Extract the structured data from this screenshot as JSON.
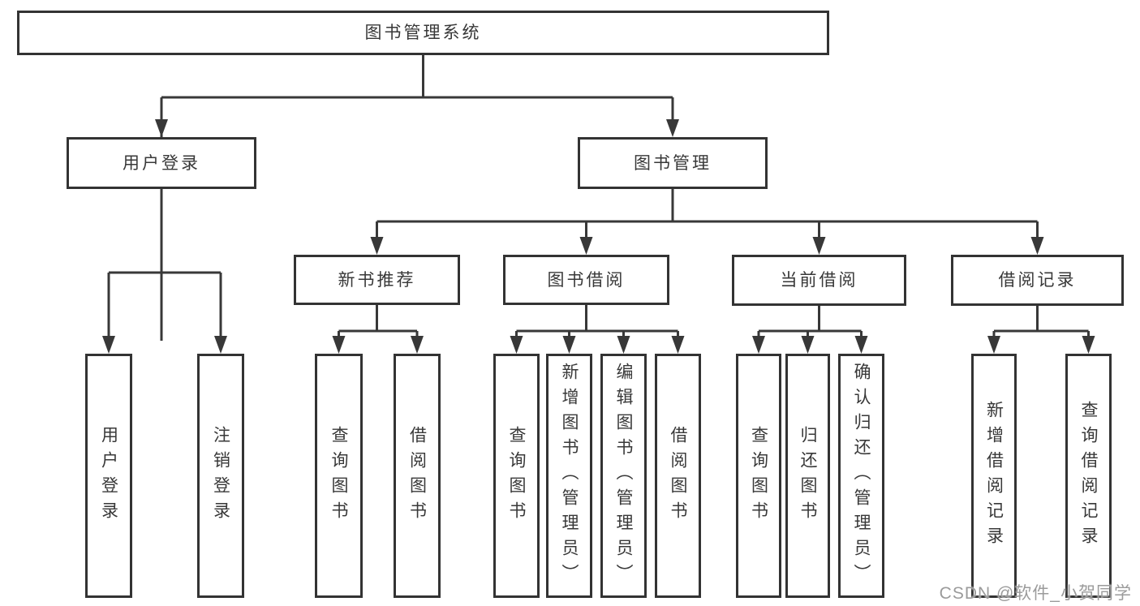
{
  "diagram": {
    "title": "图书管理系统",
    "colors": {
      "line": "#383838",
      "border": "#333333",
      "text": "#383838",
      "watermark": "#9b9b9b",
      "background": "#ffffff"
    },
    "tree": {
      "label": "图书管理系统",
      "children": [
        {
          "label": "用户登录",
          "children": [
            {
              "label": "用户登录"
            },
            {
              "label": "注销登录"
            }
          ]
        },
        {
          "label": "图书管理",
          "children": [
            {
              "label": "新书推荐",
              "children": [
                {
                  "label": "查询图书"
                },
                {
                  "label": "借阅图书"
                }
              ]
            },
            {
              "label": "图书借阅",
              "children": [
                {
                  "label": "查询图书"
                },
                {
                  "label": "新增图书（管理员）"
                },
                {
                  "label": "编辑图书（管理员）"
                },
                {
                  "label": "借阅图书"
                }
              ]
            },
            {
              "label": "当前借阅",
              "children": [
                {
                  "label": "查询图书"
                },
                {
                  "label": "归还图书"
                },
                {
                  "label": "确认归还（管理员）"
                }
              ]
            },
            {
              "label": "借阅记录",
              "children": [
                {
                  "label": "新增借阅记录"
                },
                {
                  "label": "查询借阅记录"
                }
              ]
            }
          ]
        }
      ]
    },
    "watermark": "CSDN @软件_小贺同学"
  }
}
